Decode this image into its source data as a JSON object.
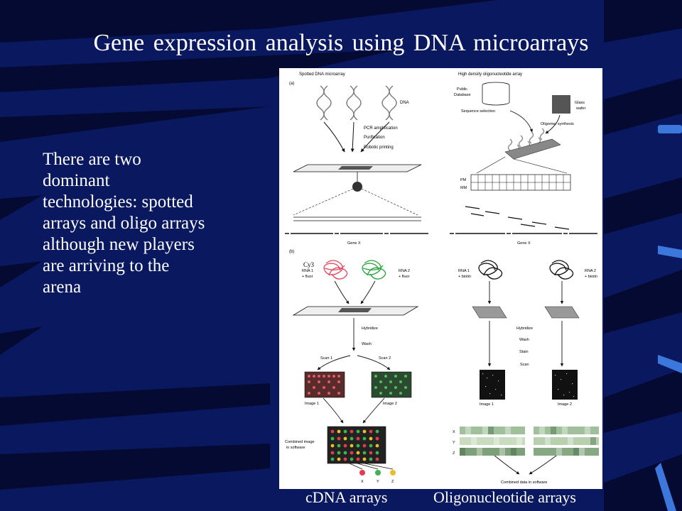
{
  "slide": {
    "title": "Gene expression analysis using DNA microarrays",
    "body_text": "There are two dominant technologies: spotted arrays and oligo arrays although new players are arriving to the arena"
  },
  "figure": {
    "panel_a": {
      "tag": "(a)",
      "left_heading": "Spotted DNA microarray",
      "right_heading": "High density oligonucleotide array",
      "dna": "DNA",
      "pcr": "PCR amplification",
      "purification": "Purification",
      "robotic": "Robotic printing",
      "public": "Public",
      "database": "Database",
      "sequence_selection": "Sequence selection",
      "glass": "Glass",
      "wafer": "wafer",
      "oligomer_synthesis": "Oligomer synthesis",
      "pm": "PM",
      "mm": "MM",
      "gene_left": "Gene X",
      "gene_right": "Gene X"
    },
    "panel_b": {
      "tag": "(b)",
      "cy3": "Cy3",
      "rna1_left_1": "RNA 1",
      "rna1_left_2": "+ fluor",
      "rna2_left_1": "RNA 2",
      "rna2_left_2": "+ fluor",
      "rna1_right_1": "RNA 1",
      "rna1_right_2": "+ biotin",
      "rna2_right_1": "RNA 2",
      "rna2_right_2": "+ biotin",
      "hybridize_left": "Hybridize",
      "wash_left": "Wash",
      "scan1": "Scan 1",
      "scan2": "Scan 2",
      "image1_left": "Image 1",
      "image2_left": "Image 2",
      "combined_1": "Combined image",
      "combined_2": "in software",
      "hybridize_right": "Hybridize",
      "wash_right": "Wash",
      "stain": "Stain",
      "scan_right": "Scan",
      "image1_right": "Image 1",
      "image2_right": "Image 2",
      "row_x": "X",
      "row_y": "Y",
      "row_z": "Z",
      "dot_x": "X",
      "dot_y": "Y",
      "dot_z": "Z",
      "combined_data": "Combined data in software"
    }
  },
  "captions": {
    "left": "cDNA arrays",
    "right": "Oligonucleotide arrays"
  },
  "colors": {
    "background": "#0a1860",
    "stripes": "#000000",
    "accent": "#3c78dc",
    "text": "#ffffff"
  }
}
